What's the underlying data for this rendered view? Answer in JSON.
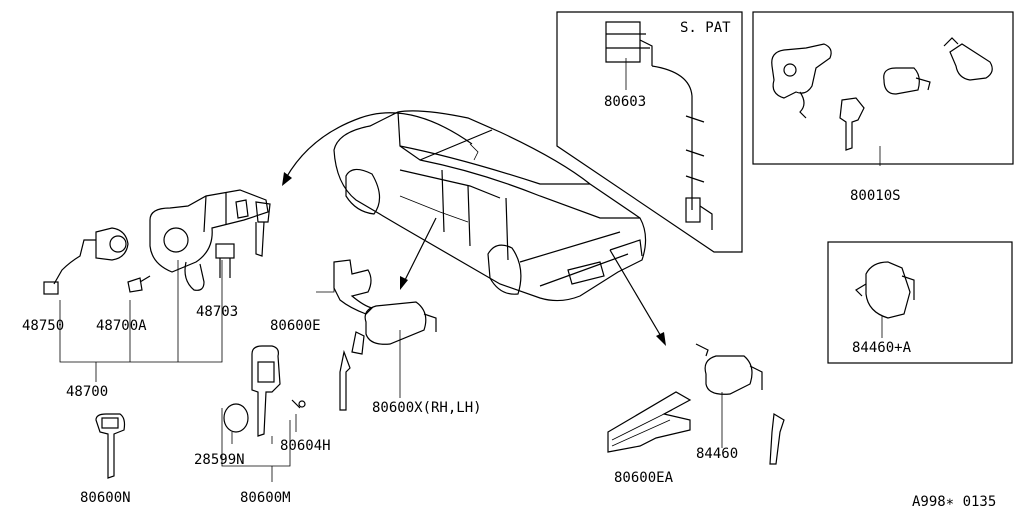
{
  "labels": {
    "spat": "S. PAT",
    "p80603": "80603",
    "p80010s": "80010S",
    "p84460a": "84460+A",
    "p48750": "48750",
    "p48700a": "48700A",
    "p48703": "48703",
    "p48700": "48700",
    "p80600e": "80600E",
    "p80600x": "80600X(RH,LH)",
    "p28599n": "28599N",
    "p80604h": "80604H",
    "p80600m": "80600M",
    "p80600n": "80600N",
    "p80600ea": "80600EA",
    "p84460": "84460",
    "code": "A998∗ 0135"
  }
}
